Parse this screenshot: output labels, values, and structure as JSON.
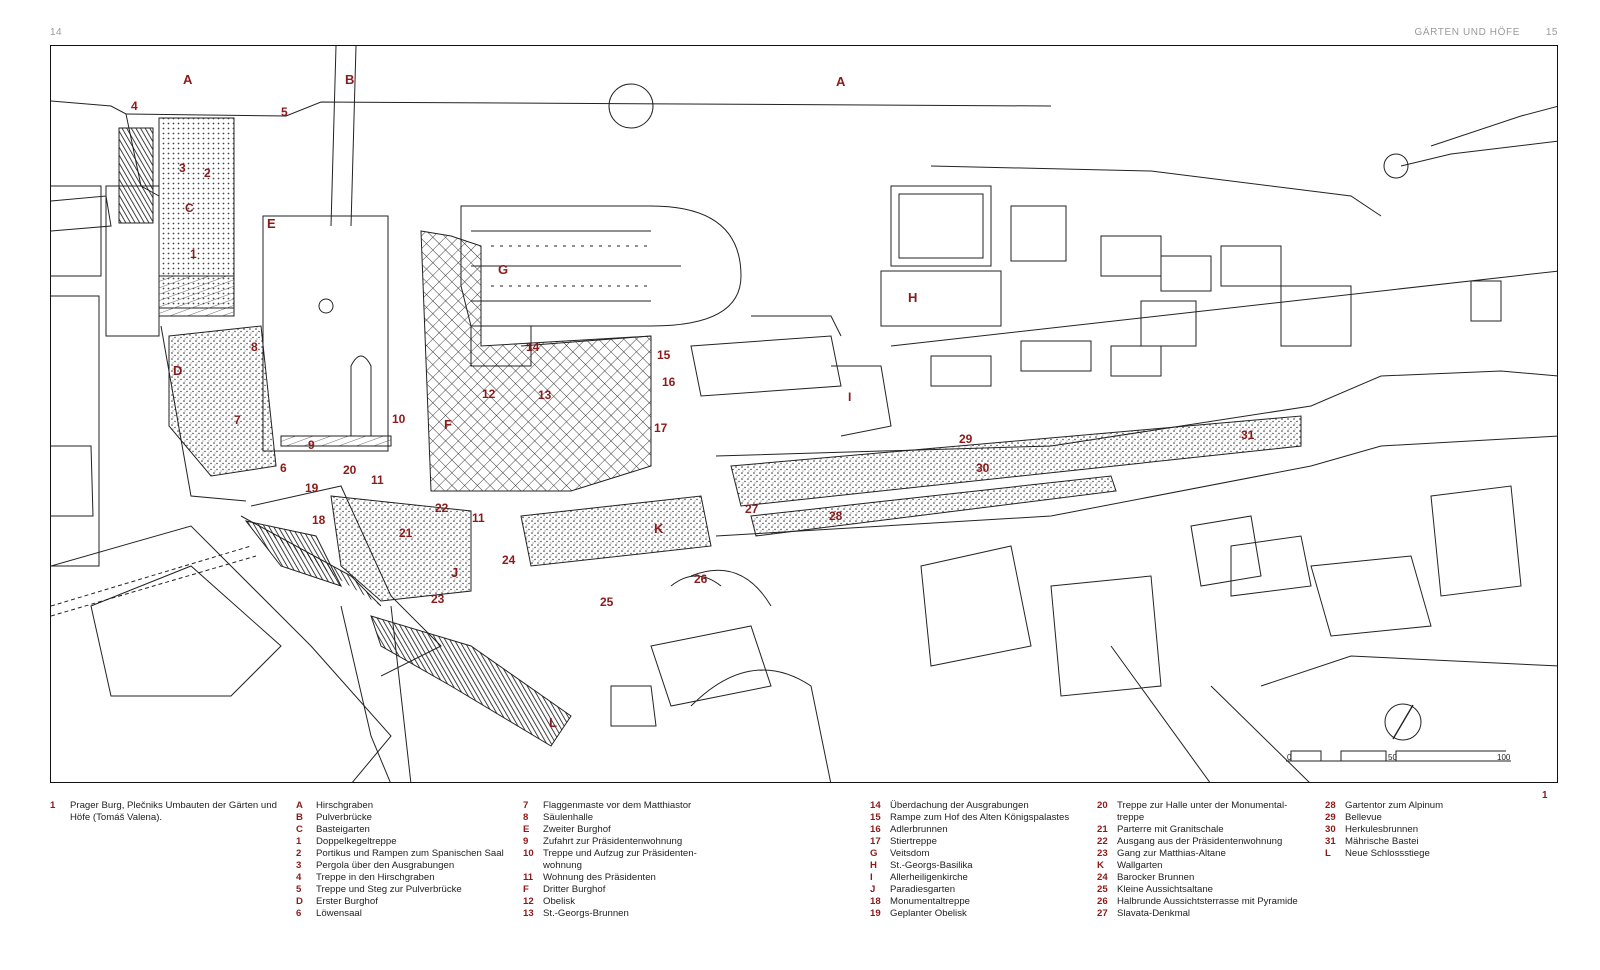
{
  "header": {
    "page_left": "14",
    "page_right": "15",
    "section_title": "GÄRTEN UND HÖFE"
  },
  "figure": {
    "number": "1",
    "caption": "Prager Burg, Plečniks Umbauten der Gärten und Höfe (Tomáš Valena)."
  },
  "map_labels": [
    {
      "text": "A"
    },
    {
      "text": "B"
    },
    {
      "text": "A"
    },
    {
      "text": "4"
    },
    {
      "text": "5"
    },
    {
      "text": "3"
    },
    {
      "text": "2"
    },
    {
      "text": "C"
    },
    {
      "text": "1"
    },
    {
      "text": "E"
    },
    {
      "text": "G"
    },
    {
      "text": "H"
    },
    {
      "text": "8"
    },
    {
      "text": "D"
    },
    {
      "text": "14"
    },
    {
      "text": "15"
    },
    {
      "text": "16"
    },
    {
      "text": "12"
    },
    {
      "text": "13"
    },
    {
      "text": "I"
    },
    {
      "text": "7"
    },
    {
      "text": "10"
    },
    {
      "text": "F"
    },
    {
      "text": "17"
    },
    {
      "text": "9"
    },
    {
      "text": "29"
    },
    {
      "text": "31"
    },
    {
      "text": "6"
    },
    {
      "text": "20"
    },
    {
      "text": "11"
    },
    {
      "text": "30"
    },
    {
      "text": "19"
    },
    {
      "text": "22"
    },
    {
      "text": "18"
    },
    {
      "text": "11"
    },
    {
      "text": "27"
    },
    {
      "text": "28"
    },
    {
      "text": "K"
    },
    {
      "text": "21"
    },
    {
      "text": "24"
    },
    {
      "text": "J"
    },
    {
      "text": "26"
    },
    {
      "text": "23"
    },
    {
      "text": "25"
    },
    {
      "text": "L"
    }
  ],
  "scale_bar": {
    "labels": [
      "0",
      "50",
      "100"
    ]
  },
  "legend": [
    [
      {
        "k": "A",
        "v": "Hirschgraben"
      },
      {
        "k": "B",
        "v": "Pulverbrücke"
      },
      {
        "k": "C",
        "v": "Basteigarten"
      },
      {
        "k": "1",
        "v": "Doppelkegeltreppe"
      },
      {
        "k": "2",
        "v": "Portikus und Rampen zum Spanischen Saal"
      },
      {
        "k": "3",
        "v": "Pergola über den Ausgrabungen"
      },
      {
        "k": "4",
        "v": "Treppe in den Hirschgraben"
      },
      {
        "k": "5",
        "v": "Treppe und Steg zur Pulverbrücke"
      },
      {
        "k": "D",
        "v": "Erster Burghof"
      },
      {
        "k": "6",
        "v": "Löwensaal"
      }
    ],
    [
      {
        "k": "7",
        "v": "Flaggenmaste vor dem Matthiastor"
      },
      {
        "k": "8",
        "v": "Säulenhalle"
      },
      {
        "k": "E",
        "v": "Zweiter Burghof"
      },
      {
        "k": "9",
        "v": "Zufahrt zur Präsidentenwohnung"
      },
      {
        "k": "10",
        "v": "Treppe und Aufzug zur Präsidenten-\nwohnung"
      },
      {
        "k": "11",
        "v": "Wohnung des Präsidenten"
      },
      {
        "k": "F",
        "v": "Dritter Burghof"
      },
      {
        "k": "12",
        "v": "Obelisk"
      },
      {
        "k": "13",
        "v": "St.-Georgs-Brunnen"
      }
    ],
    [
      {
        "k": "14",
        "v": "Überdachung der Ausgrabungen"
      },
      {
        "k": "15",
        "v": "Rampe zum Hof des Alten Königspalastes"
      },
      {
        "k": "16",
        "v": "Adlerbrunnen"
      },
      {
        "k": "17",
        "v": "Stiertreppe"
      },
      {
        "k": "G",
        "v": "Veitsdom"
      },
      {
        "k": "H",
        "v": "St.-Georgs-Basilika"
      },
      {
        "k": "I",
        "v": "Allerheiligenkirche"
      },
      {
        "k": "J",
        "v": "Paradiesgarten"
      },
      {
        "k": "18",
        "v": "Monumentaltreppe"
      },
      {
        "k": "19",
        "v": "Geplanter Obelisk"
      }
    ],
    [
      {
        "k": "20",
        "v": "Treppe zur Halle unter der Monumental-\ntreppe"
      },
      {
        "k": "21",
        "v": "Parterre mit Granitschale"
      },
      {
        "k": "22",
        "v": "Ausgang aus der Präsidentenwohnung"
      },
      {
        "k": "23",
        "v": "Gang zur Matthias-Altane"
      },
      {
        "k": "K",
        "v": "Wallgarten"
      },
      {
        "k": "24",
        "v": "Barocker Brunnen"
      },
      {
        "k": "25",
        "v": "Kleine Aussichtsaltane"
      },
      {
        "k": "26",
        "v": "Halbrunde Aussichtsterrasse mit Pyramide"
      },
      {
        "k": "27",
        "v": "Slavata-Denkmal"
      }
    ],
    [
      {
        "k": "28",
        "v": "Gartentor zum Alpinum"
      },
      {
        "k": "29",
        "v": "Bellevue"
      },
      {
        "k": "30",
        "v": "Herkulesbrunnen"
      },
      {
        "k": "31",
        "v": "Mährische Bastei"
      },
      {
        "k": "L",
        "v": "Neue Schlossstiege"
      }
    ]
  ]
}
